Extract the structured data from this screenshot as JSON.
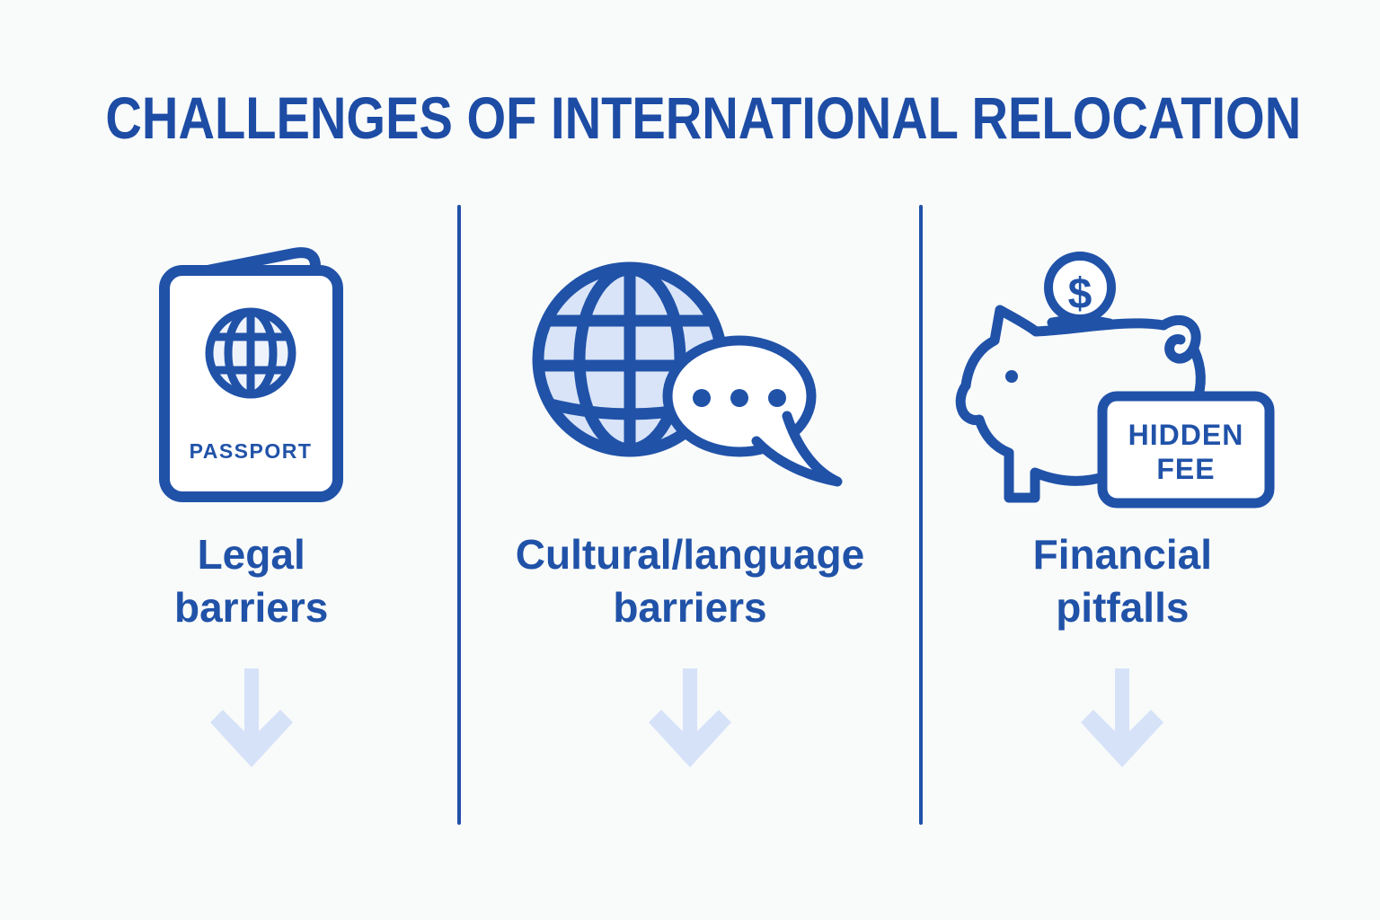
{
  "title": "CHALLENGES OF INTERNATIONAL RELOCATION",
  "colors": {
    "blue": "#2052a8",
    "title_blue": "#1d4ca5",
    "light_blue": "#d9e4f8",
    "pale_blue": "#eef3fb",
    "arrow_blue": "#d6e2f8",
    "white": "#ffffff",
    "background": "#f9fbfa"
  },
  "columns": [
    {
      "icon": "passport",
      "passport_text": "PASSPORT",
      "label_lines": [
        "Legal",
        "barriers"
      ]
    },
    {
      "icon": "globe-chat",
      "label_lines": [
        "Cultural/language",
        "barriers"
      ]
    },
    {
      "icon": "piggy-bank",
      "coin_symbol": "$",
      "badge_lines": [
        "HIDDEN",
        "FEE"
      ],
      "label_lines": [
        "Financial",
        "pitfalls"
      ]
    }
  ]
}
